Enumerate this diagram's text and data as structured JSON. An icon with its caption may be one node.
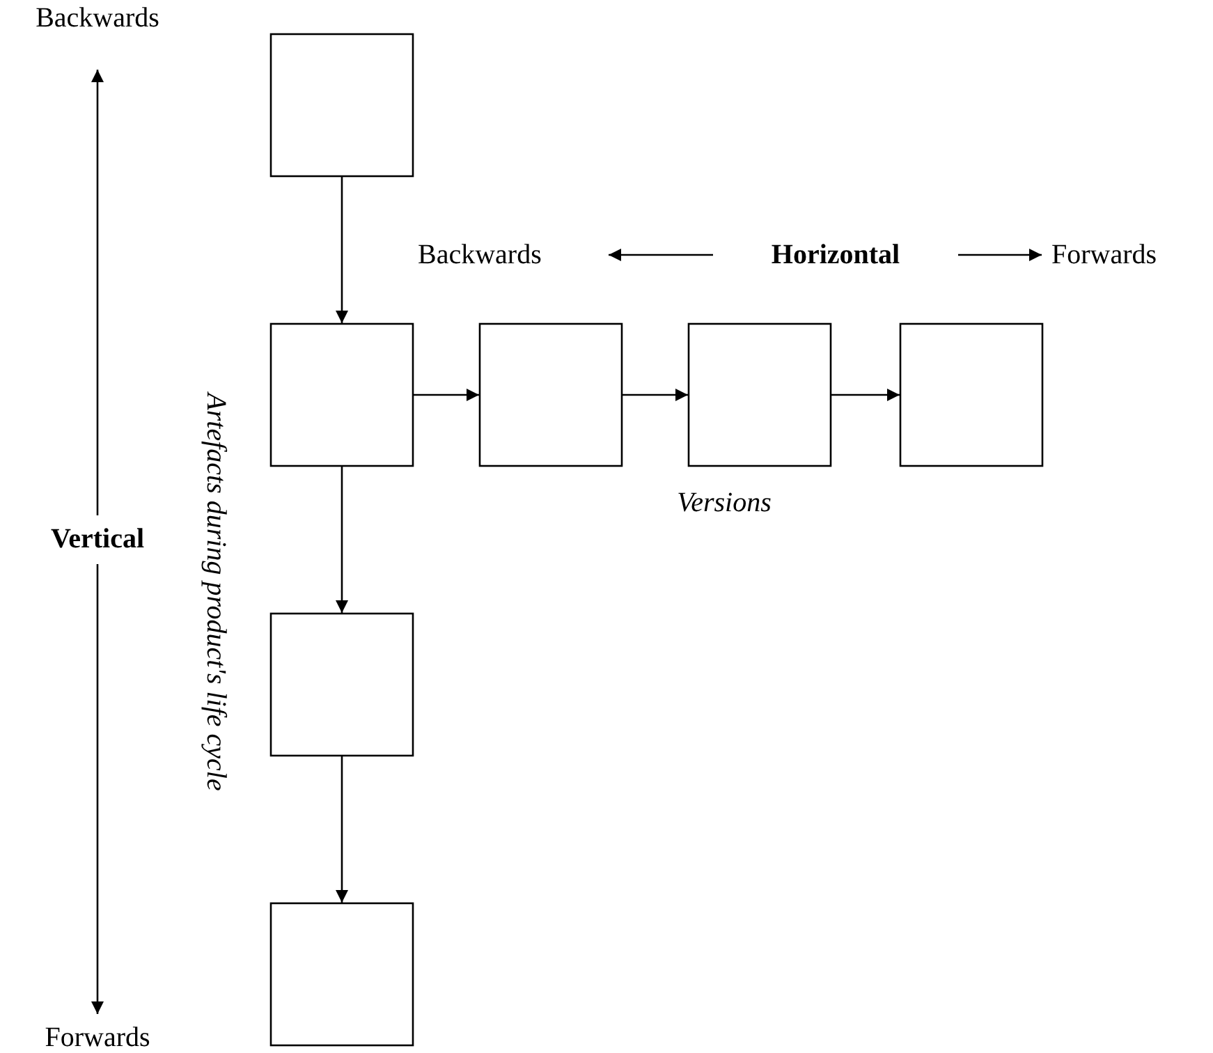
{
  "diagram": {
    "nodes": [
      {
        "text": [],
        "shape": "box"
      },
      {
        "text": [],
        "shape": "box"
      },
      {
        "text": [],
        "shape": "box"
      },
      {
        "text": [],
        "shape": "box"
      },
      {
        "text": [],
        "shape": "box"
      },
      {
        "text": [],
        "shape": "box"
      },
      {
        "text": [],
        "shape": "box"
      }
    ],
    "edges": [
      {
        "from": 0,
        "to": 1,
        "arrow": "to"
      },
      {
        "from": 1,
        "to": 2,
        "arrow": "to"
      },
      {
        "from": 2,
        "to": 3,
        "arrow": "to"
      },
      {
        "from": 3,
        "to": 4,
        "arrow": "to"
      },
      {
        "from": 1,
        "to": 5,
        "arrow": "to"
      },
      {
        "from": 5,
        "to": 6,
        "arrow": "to"
      }
    ],
    "labels": [
      "Backwards",
      "Backwards",
      "Horizontal",
      "Forwards",
      "Artefacts during product's life cycle",
      "Vertical",
      "Versions",
      "Forwards"
    ]
  }
}
